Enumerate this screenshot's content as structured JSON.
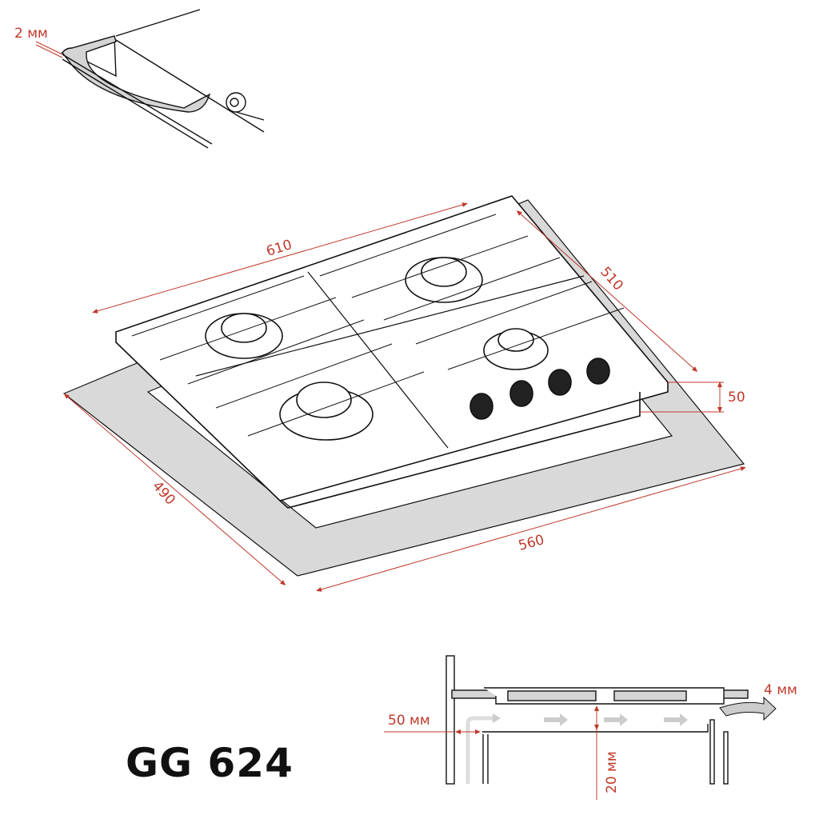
{
  "model_name": "GG 624",
  "colors": {
    "dimension": "#c0392b",
    "line": "#111111",
    "cutout": "#d9d9d9"
  },
  "seal_detail": {
    "label": "2 мм"
  },
  "hob_dimensions": {
    "width": "610",
    "depth": "510",
    "height": "50",
    "cutout_width": "560",
    "cutout_depth": "490"
  },
  "ventilation_detail": {
    "wall_gap": "50 мм",
    "air_gap": "20 мм",
    "edge_gap": "4 мм"
  }
}
